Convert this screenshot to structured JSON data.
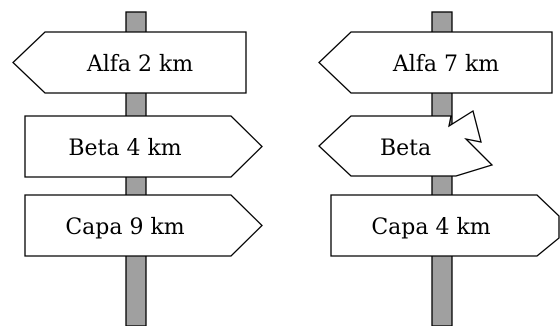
{
  "post_color": "#a0a0a0",
  "sign_fill": "#ffffff",
  "stroke_color": "#000000",
  "left_post": {
    "signs": [
      {
        "text": "Alfa 2 km",
        "direction": "left"
      },
      {
        "text": "Beta 4 km",
        "direction": "right"
      },
      {
        "text": "Capa 9 km",
        "direction": "right"
      }
    ]
  },
  "right_post": {
    "signs": [
      {
        "text": "Alfa 7 km",
        "direction": "left"
      },
      {
        "text": "Beta",
        "direction": "left",
        "broken": true
      },
      {
        "text": "Capa 4 km",
        "direction": "right"
      }
    ]
  }
}
